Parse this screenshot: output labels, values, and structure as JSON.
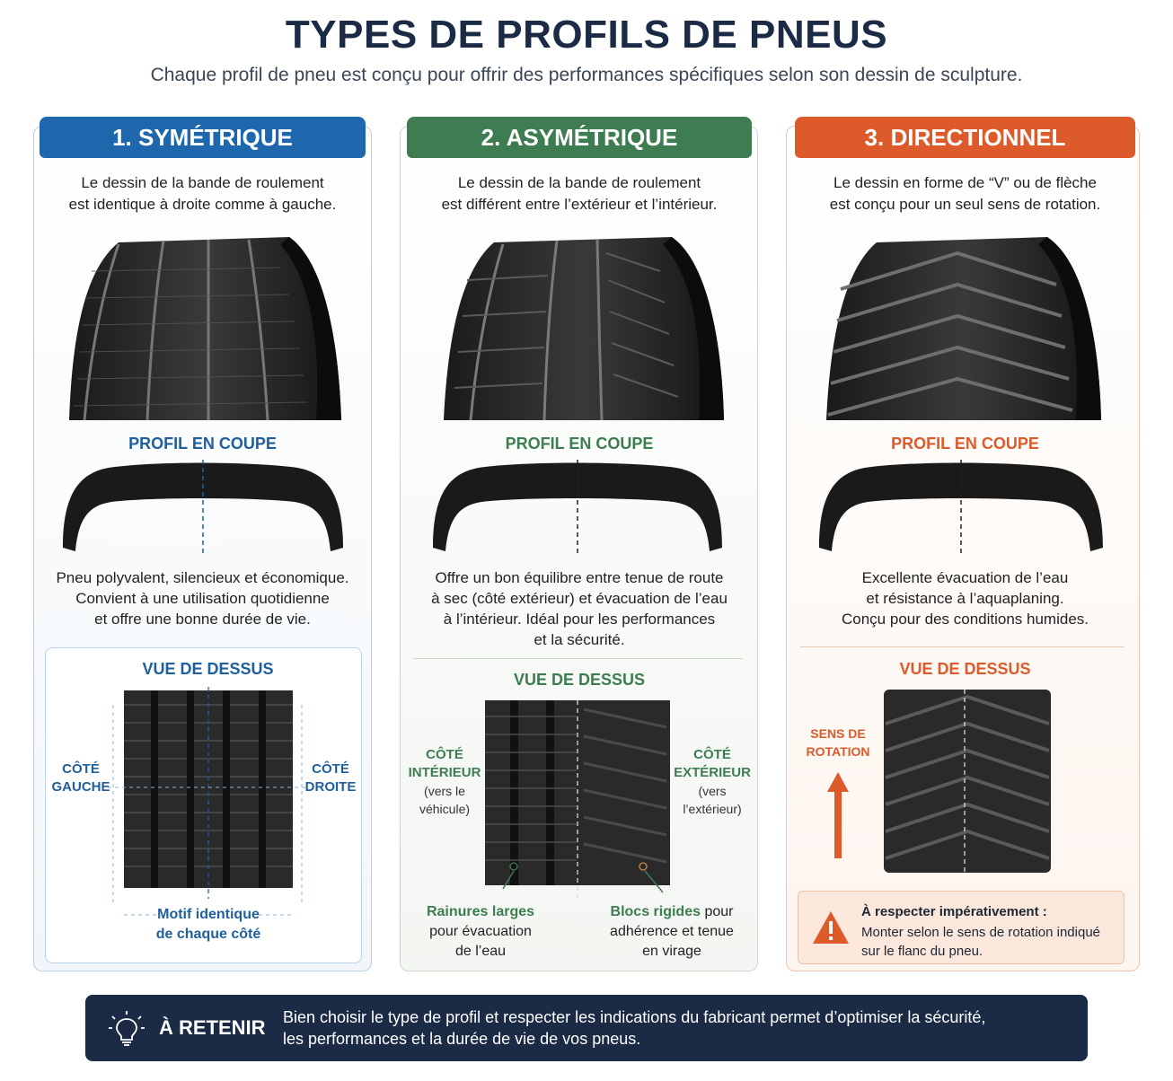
{
  "page": {
    "title": "TYPES DE PROFILS DE PNEUS",
    "subtitle": "Chaque profil de pneu est conçu pour offrir des performances spécifiques selon son dessin de sculpture."
  },
  "cards": {
    "symetrique": {
      "header": "1. SYMÉTRIQUE",
      "desc_line1": "Le dessin de la bande de roulement",
      "desc_line2": "est identique à droite comme à gauche.",
      "profile_label": "PROFIL EN COUPE",
      "body_lines": [
        "Pneu polyvalent, silencieux et économique.",
        "Convient à une utilisation quotidienne",
        "et offre une bonne durée de vie."
      ],
      "top_view_label": "VUE DE DESSUS",
      "left_label_1": "CÔTÉ",
      "left_label_2": "GAUCHE",
      "right_label_1": "CÔTÉ",
      "right_label_2": "DROITE",
      "caption_1": "Motif identique",
      "caption_2": "de chaque côté"
    },
    "asymetrique": {
      "header": "2. ASYMÉTRIQUE",
      "desc_line1": "Le dessin de la bande de roulement",
      "desc_line2": "est différent entre l’extérieur et l’intérieur.",
      "profile_label": "PROFIL EN COUPE",
      "body_lines": [
        "Offre un bon équilibre entre tenue de route",
        "à sec (côté extérieur) et évacuation de l’eau",
        "à l’intérieur. Idéal pour les performances",
        "et la sécurité."
      ],
      "top_view_label": "VUE DE DESSUS",
      "left_label_1": "CÔTÉ",
      "left_label_2": "INTÉRIEUR",
      "left_sub_1": "(vers le",
      "left_sub_2": "véhicule)",
      "right_label_1": "CÔTÉ",
      "right_label_2": "EXTÉRIEUR",
      "right_sub_1": "(vers",
      "right_sub_2": "l’extérieur)",
      "note_left_1": "Rainures larges",
      "note_left_2": "pour évacuation",
      "note_left_3": "de l’eau",
      "note_right_1": "Blocs rigides",
      "note_right_1b": " pour",
      "note_right_2": "adhérence et tenue",
      "note_right_3": "en virage"
    },
    "directionnel": {
      "header": "3. DIRECTIONNEL",
      "desc_line1": "Le dessin en forme de “V” ou de flèche",
      "desc_line2": "est conçu pour un seul sens de rotation.",
      "profile_label": "PROFIL EN COUPE",
      "body_lines": [
        "Excellente évacuation de l’eau",
        "et résistance à l’aquaplaning.",
        "Conçu pour des conditions humides."
      ],
      "top_view_label": "VUE DE DESSUS",
      "rotation_label_1": "SENS DE",
      "rotation_label_2": "ROTATION",
      "warning_title": "À respecter impérativement :",
      "warning_text": "Monter selon le sens de rotation indiqué sur le flanc du pneu."
    }
  },
  "footer": {
    "label": "À RETENIR",
    "text_line1": "Bien choisir le type de profil et respecter les indications du fabricant permet d’optimiser la sécurité,",
    "text_line2": "les performances et la durée de vie de vos pneus."
  },
  "colors": {
    "blue": "#1f67ad",
    "green": "#3e7c52",
    "orange": "#dd5a2a",
    "navy": "#1b2b45"
  },
  "icons": [
    "lightbulb-icon",
    "warning-icon",
    "arrow-up-icon"
  ]
}
